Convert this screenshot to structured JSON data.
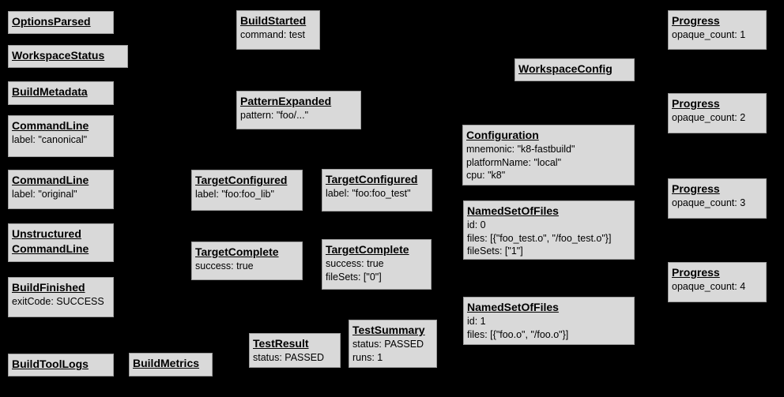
{
  "diagram": {
    "description": "Build event protocol graph",
    "colors": {
      "bg": "#000000",
      "fill": "#d9d9d9",
      "border": "#9e9e9e",
      "text": "#000000"
    },
    "nodes": [
      {
        "title": "OptionsParsed",
        "attrs": []
      },
      {
        "title": "WorkspaceStatus",
        "attrs": []
      },
      {
        "title": "BuildMetadata",
        "attrs": []
      },
      {
        "title": "CommandLine",
        "attrs": [
          "label: \"canonical\""
        ]
      },
      {
        "title": "CommandLine",
        "attrs": [
          "label: \"original\""
        ]
      },
      {
        "title": "Unstructured\nCommandLine",
        "attrs": []
      },
      {
        "title": "BuildFinished",
        "attrs": [
          "exitCode: SUCCESS"
        ]
      },
      {
        "title": "BuildToolLogs",
        "attrs": []
      },
      {
        "title": "BuildMetrics",
        "attrs": []
      },
      {
        "title": "BuildStarted",
        "attrs": [
          "command: test"
        ]
      },
      {
        "title": "PatternExpanded",
        "attrs": [
          "pattern: \"foo/...\""
        ]
      },
      {
        "title": "TargetConfigured",
        "attrs": [
          "label: \"foo:foo_lib\""
        ]
      },
      {
        "title": "TargetComplete",
        "attrs": [
          "success: true"
        ]
      },
      {
        "title": "TestResult",
        "attrs": [
          "status: PASSED"
        ]
      },
      {
        "title": "TargetConfigured",
        "attrs": [
          "label: \"foo:foo_test\""
        ]
      },
      {
        "title": "TargetComplete",
        "attrs": [
          "success: true",
          "fileSets: [\"0\"]"
        ]
      },
      {
        "title": "TestSummary",
        "attrs": [
          "status: PASSED",
          "runs: 1"
        ]
      },
      {
        "title": "WorkspaceConfig",
        "attrs": []
      },
      {
        "title": "Configuration",
        "attrs": [
          "mnemonic: \"k8-fastbuild\"",
          "platformName: \"local\"",
          "cpu: \"k8\""
        ]
      },
      {
        "title": "NamedSetOfFiles",
        "attrs": [
          "id: 0",
          "files: [{\"foo_test.o\", \"/foo_test.o\"}]",
          "fileSets: [\"1\"]"
        ]
      },
      {
        "title": "NamedSetOfFiles",
        "attrs": [
          "id: 1",
          "files: [{\"foo.o\", \"/foo.o\"}]"
        ]
      },
      {
        "title": "Progress",
        "attrs": [
          "opaque_count: 1"
        ]
      },
      {
        "title": "Progress",
        "attrs": [
          "opaque_count: 2"
        ]
      },
      {
        "title": "Progress",
        "attrs": [
          "opaque_count: 3"
        ]
      },
      {
        "title": "Progress",
        "attrs": [
          "opaque_count: 4"
        ]
      }
    ]
  }
}
